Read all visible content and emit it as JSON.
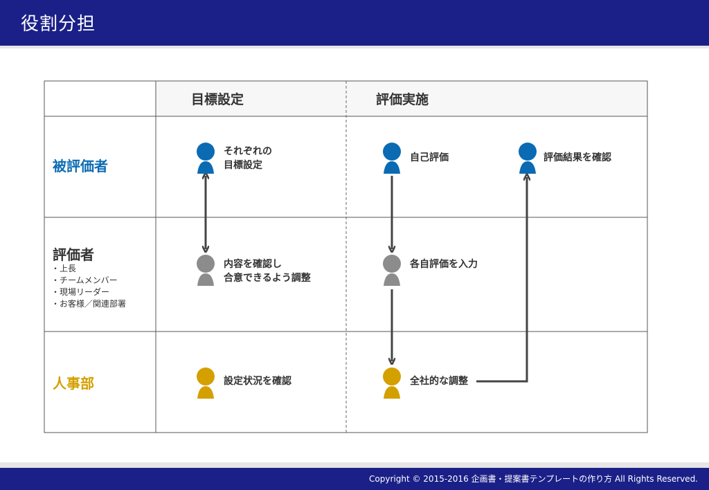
{
  "header": {
    "title": "役割分担"
  },
  "footer": {
    "copyright": "Copyright © 2015-2016 企画書・提案書テンプレートの作り方 All Rights Reserved."
  },
  "colors": {
    "header_bg": "#1b2088",
    "evaluatee": "#0a6bb3",
    "evaluator": "#8c8c8c",
    "hr": "#d4a000"
  },
  "table": {
    "columns": [
      "目標設定",
      "評価実施"
    ],
    "rows": {
      "evaluatee": {
        "label": "被評価者"
      },
      "evaluator": {
        "label": "評価者",
        "items": [
          "・上長",
          "・チームメンバー",
          "・現場リーダー",
          "・お客様／関連部署"
        ]
      },
      "hr": {
        "label": "人事部"
      }
    }
  },
  "nodes": {
    "evaluatee_goal": {
      "line1": "それぞれの",
      "line2": "目標設定",
      "icon": "person-blue-icon"
    },
    "evaluatee_self": {
      "text": "自己評価",
      "icon": "person-blue-icon"
    },
    "evaluatee_result": {
      "text": "評価結果を確認",
      "icon": "person-blue-icon"
    },
    "evaluator_goal": {
      "line1": "内容を確認し",
      "line2": "合意できるよう調整",
      "icon": "person-gray-icon"
    },
    "evaluator_input": {
      "text": "各自評価を入力",
      "icon": "person-gray-icon"
    },
    "hr_goal": {
      "text": "設定状況を確認",
      "icon": "person-yellow-icon"
    },
    "hr_adjust": {
      "text": "全社的な調整",
      "icon": "person-yellow-icon"
    }
  }
}
